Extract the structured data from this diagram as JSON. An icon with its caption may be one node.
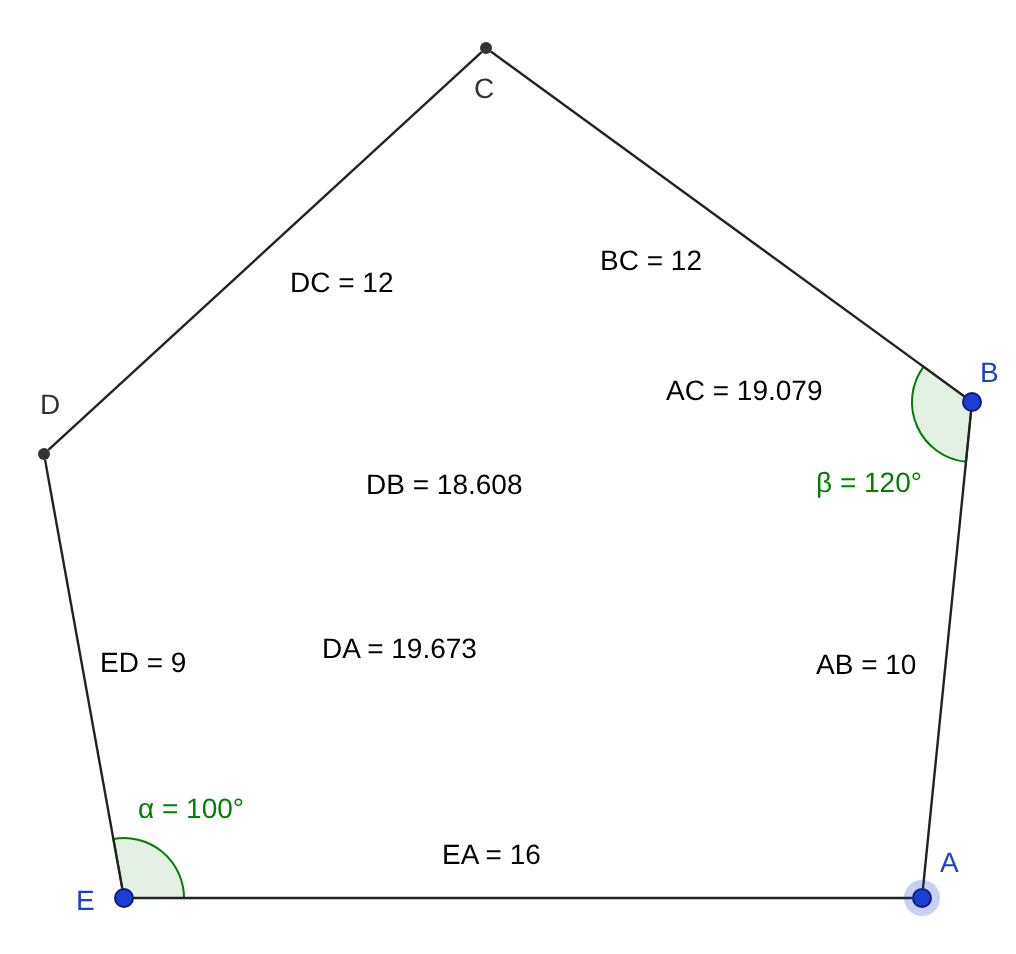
{
  "diagram": {
    "nodes": [
      {
        "text": [],
        "shape": "circle",
        "beside": [
          "C"
        ]
      },
      {
        "text": [],
        "shape": "circle",
        "beside": [
          "B"
        ]
      },
      {
        "text": [],
        "shape": "circle",
        "beside": [
          "D"
        ]
      },
      {
        "text": [],
        "shape": "circle",
        "beside": [
          "E"
        ]
      },
      {
        "text": [],
        "shape": "circle",
        "beside": [
          "A"
        ]
      }
    ],
    "edges": [
      {
        "from": 2,
        "to": 0,
        "arrow": "none",
        "label": "DC = 12"
      },
      {
        "from": 1,
        "to": 0,
        "arrow": "none",
        "label": "BC = 12"
      },
      {
        "from": 3,
        "to": 2,
        "arrow": "none",
        "label": "ED = 9"
      },
      {
        "from": 4,
        "to": 1,
        "arrow": "none",
        "label": "AB = 10"
      },
      {
        "from": 3,
        "to": 4,
        "arrow": "none",
        "label": "EA = 16"
      }
    ],
    "labels": [
      "AC = 19.079",
      "β = 120°",
      "DB = 18.608",
      "DA = 19.673",
      "α = 100°"
    ]
  }
}
